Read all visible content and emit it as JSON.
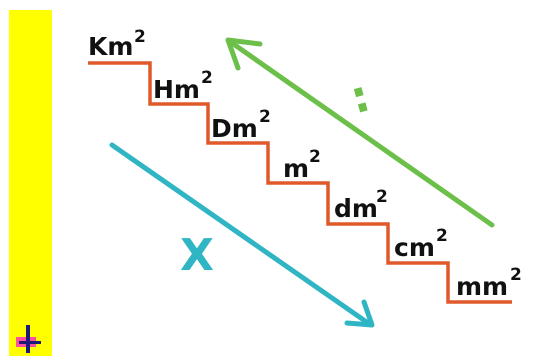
{
  "units": [
    {
      "base": "Km",
      "exponent": "2"
    },
    {
      "base": "Hm",
      "exponent": "2"
    },
    {
      "base": "Dm",
      "exponent": "2"
    },
    {
      "base": "m",
      "exponent": "2"
    },
    {
      "base": "dm",
      "exponent": "2"
    },
    {
      "base": "cm",
      "exponent": "2"
    },
    {
      "base": "mm",
      "exponent": "2"
    }
  ],
  "arrows": {
    "up": {
      "operator": ":",
      "color": "#6cc04a"
    },
    "down": {
      "operator": "X",
      "color": "#2fb5c3"
    }
  },
  "colors": {
    "stairs": "#e0592a",
    "side_bar": "#ffff00",
    "corner_icon": "#ff4fa0"
  },
  "icons": {
    "corner": "cross-marker-icon"
  }
}
